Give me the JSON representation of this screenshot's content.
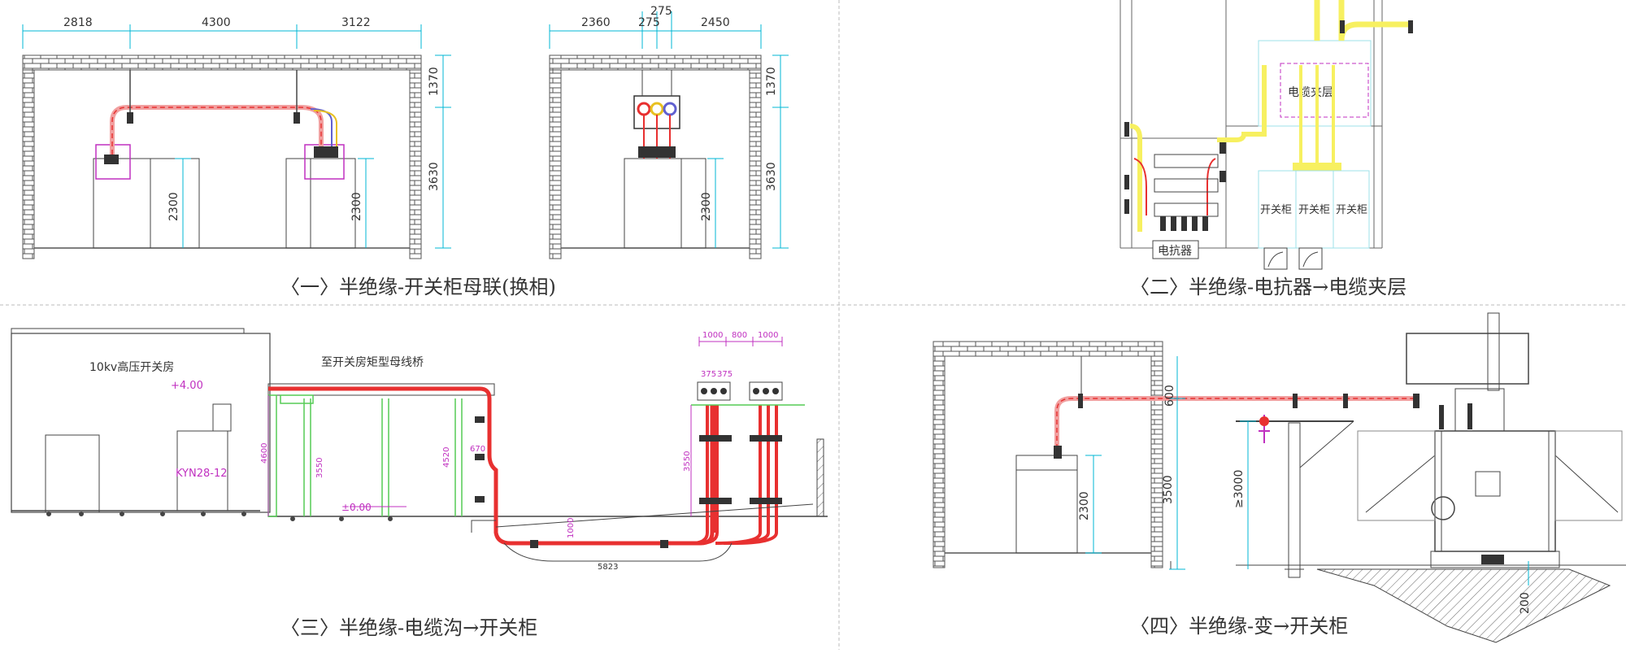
{
  "colors": {
    "wall": "#555555",
    "dimension": "#00b7d4",
    "busbar_red": "#e83030",
    "busbar_pink": "#f1a0a0",
    "busbar_yellow": "#f7f060",
    "panel_magenta": "#c030c0",
    "support_green": "#55cc55",
    "divider": "#bbbbbb"
  },
  "panel1": {
    "caption": "〈一〉半绝缘-开关柜母联(换相)",
    "dims_top_left": [
      "2818",
      "4300",
      "3122"
    ],
    "dims_top_right": [
      "2360",
      "275",
      "275",
      "2450"
    ],
    "dims_vertical": [
      "1370",
      "3630",
      "2300",
      "2300",
      "1370",
      "3630",
      "2300"
    ]
  },
  "panel2": {
    "caption": "〈二〉半绝缘-电抗器→电缆夹层",
    "cable_interlayer": "电缆夹层",
    "reactor": "电抗器",
    "switchgear_labels": [
      "开关柜",
      "开关柜",
      "开关柜"
    ]
  },
  "panel3": {
    "caption": "〈三〉半绝缘-电缆沟→开关柜",
    "room_label": "10kv高压开关房",
    "bridge_label": "至开关房矩型母线桥",
    "elevation_plus": "+4.00",
    "elevation_zero": "±0.00",
    "cabinet_model": "KYN28-12",
    "dims_top": [
      "1000",
      "800",
      "1000"
    ],
    "dims_small": [
      "375",
      "375"
    ],
    "dims_vertical": [
      "4600",
      "3550",
      "4520",
      "670",
      "1000",
      "3550"
    ],
    "dim_trench": "5823"
  },
  "panel4": {
    "caption": "〈四〉半绝缘-变→开关柜",
    "dims_vertical": [
      "600",
      "2300",
      "3500",
      "≥3000",
      "200"
    ]
  }
}
